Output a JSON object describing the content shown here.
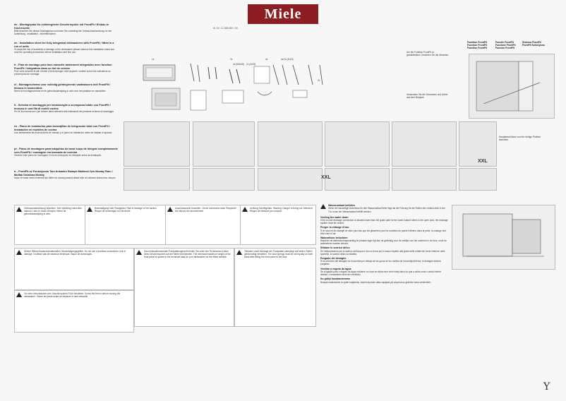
{
  "brand": {
    "logo_text": "Miele",
    "doc_number": "M.-Nr. 12 368 680 / 00",
    "brand_color": "#8c1d22"
  },
  "languages": [
    {
      "code": "de",
      "title": "de - Montageplan für vollintegrierte Geschirrspüler mit FrontFit / Einbau in Küchenzeile",
      "note": "Bitte beachten Sie diesen Montageplan und lesen Sie unbedingt die Gebrauchsanweisung vor der Aufstellung - Installation - Inbetriebnahme."
    },
    {
      "code": "en",
      "title": "en - Installation sheet for fully integrated dishwashers with FrontFit / fitted in a run of units",
      "note": "To avoid the risk of accidents or damage to the dishwasher please observe this installation sheet and read the operating instructions before installation and first use."
    },
    {
      "code": "fr",
      "title": "fr - Plan de montage pour lave-vaisselle totalement intégrables avec fonction FrontFit / Intégration dans un îlot de cuisine",
      "note": "Pour votre sécurité et afin d'éviter d'endommager votre appareil, veuillez suivre les indications du présent plan de montage."
    },
    {
      "code": "nl",
      "title": "nl - Montageschema voor volledig geïntegreerde vaatwassers met FrontFit / Inbouw in keukenblok",
      "note": "Neem dit montageschema en de gebruiksaanwijzing in acht voor het plaatsen en aansluiten."
    },
    {
      "code": "it",
      "title": "it - Schema di montaggio per lavastoviglie a scomparsa totale con FrontFit / Incasso in una fila di mobili cucina",
      "note": "Per la Sua sicurezza e per evitare danni attenersi alle indicazioni del presente schema di montaggio."
    },
    {
      "code": "es",
      "title": "es - Plano de instalación para lavavajillas de integración total con FrontFit / Instalación en muebles de cocina",
      "note": "Lea atentamente las instrucciones de manejo y el plano de instalación antes de instalar el aparato."
    },
    {
      "code": "pt",
      "title": "pt - Plano de montagem para máquinas de lavar louça de integrar completamente com FrontFit / montagem em bancada de cozinha",
      "note": "Observe este plano de montagem e leia as instruções de utilização antes da instalação."
    },
    {
      "code": "tr",
      "title": "tr - FrontFit ve Fonksiyonlu Tam Ankastre Bulaşık Makinesi İçin Montaj Planı / Mutfak Dolabına Montaj",
      "note": "Kaza ve hasar riskini önlemek için lütfen bu montaj planına dikkat edin ve kullanım kılavuzunu okuyun."
    }
  ],
  "parts_labels": [
    "1x",
    "2x",
    "4x (M4x16)",
    "2x (4x15)",
    "4x",
    "4x/1x (4x15)",
    "2x"
  ],
  "function_headers": {
    "col1": [
      "Funktion FrontFit",
      "Function FrontFit",
      "Fonction FrontFit"
    ],
    "col2": [
      "Functie FrontFit",
      "Funzione FrontFit",
      "Función FrontFit"
    ],
    "col3": [
      "Sistema FrontFit",
      "FrontFit fonksiyonu",
      ""
    ]
  },
  "notes": {
    "n1": "Um die Funktion FrontFit zu gewährleisten, beachten Sie die Hinweise.",
    "n2": "Verwenden Sie die Schrauben und Dübel aus dem Beipack.",
    "n3": "Hauptanschlüsse und die richtige Position beachten."
  },
  "xxl_labels": [
    "XXL",
    "XXL"
  ],
  "warnings": [
    {
      "text": "Gebrauchsanweisung beachten. See operating instruction manual. Lisez le mode d'emploi. Neem de gebruiksaanwijzing in acht."
    },
    {
      "text": "Beschädigung oder Rostgefahr. Risk of damage or fire hazard. Risque de dommages ou d'incendie."
    },
    {
      "text": "Anschlusswerte beachten. Check connection data. Respecter les valeurs de raccordement."
    },
    {
      "text": "Achtung Schnittgefahr. Warning: Danger of being cut. Attention: Risque de blessure par coupure."
    },
    {
      "text": "Keinen Silikon/Kautschukmaterialien, Beschädigungsgefahr. Do not use a cordless screwdriver, risk of damage. N'utilisez pas de visseuse électrique, risque de dommages."
    },
    {
      "text": "Das minimale/maximale Frontplattengewicht finden Sie unter den Technischen Daten Ihres Geschirrspülers auf der Miele Internetseite. The minimum/maximum weight of the front panel is quoted in the technical data for your dishwasher on the Miele website."
    },
    {
      "text": "Tiefadern nach Montage der Frontplatte unbedingt auf beiden Seiten gleichmäßig einstellen. The door springs must be set equally on both sides after fitting the front panel to the door."
    },
    {
      "text": "Vor dem Verschrauben des Geschirrspülers Füße einstellen. Screw the feet in before moving the dishwasher. Vissez les pieds avant de déplacer le lave-vaisselle."
    }
  ],
  "water_block": {
    "title": "Wasserablauf befüllen",
    "intro": "Wenn der bauseitige Anschluss für den Wasserablauf tiefer liegt als die Führung für die Rollen des Unterkorbes in der Tür, muss der Wasserablauf befüllt werden.",
    "sections": [
      {
        "h": "Venting the water drain",
        "p": "If the on-site drainage connection is situated lower than the guide path for the lower basket rollers in the open door, the drainage system must be vented."
      },
      {
        "h": "Purger la vidange d'eau",
        "p": "Si le raccord de vidange se situe plus bas que les glissières pour les roulettes du panier inférieur dans la porte, la vidange doit être mise à l'air."
      },
      {
        "h": "Waterafvoer beluchten",
        "p": "Wanneer de waterafvoeraansluiting ter plaatse lager ligt dan de geleiding voor de wieltjes van het onderrek in de deur, moet de waterafvoer worden belucht."
      },
      {
        "h": "Sfiatare lo scarico idrico",
        "p": "Se l'allacciamento per lo scarico dell'acqua in loco si trova più in basso rispetto alla guida delle rotelle del cesto inferiore nello sportello, lo scarico idrico va sfiatato."
      },
      {
        "h": "Purgado del desagüe",
        "p": "Si la conexión del desagüe se encuentra por debajo de las guías de los rodillos de la bandeja inferior, el desagüe deberá purgarse."
      },
      {
        "h": "Ventilar o esgoto da água",
        "p": "Se a ligação para o esgoto da água existente no local se situar num nível mais baixo do que a calha onde o cesto inferior desliza, o esvaziador deve ser ventilado."
      },
      {
        "h": "Su gidişi havalandırması",
        "p": "Bulaşık makinesinin su gider bağlantısı, sepet rayından daha aşağıda yer alıyorsa su giderine hava verilmelidir."
      }
    ]
  },
  "footer_signature": "Y"
}
